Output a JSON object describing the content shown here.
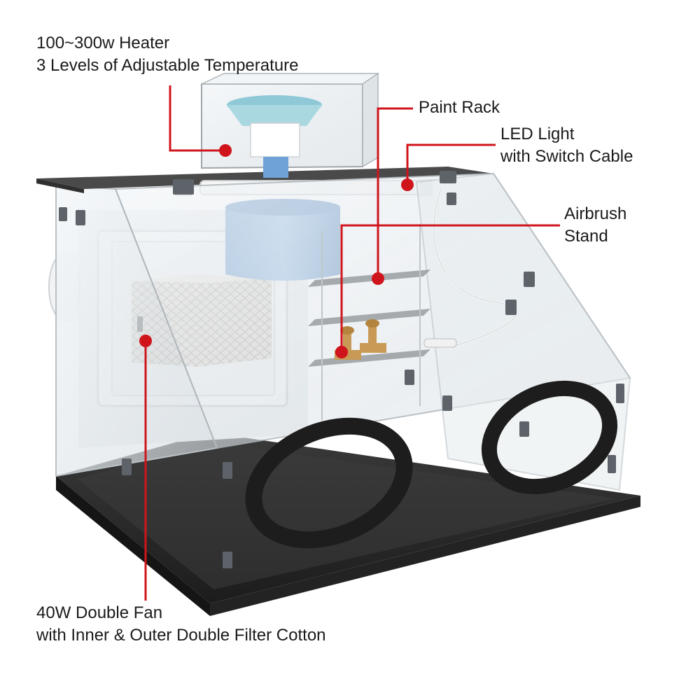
{
  "callouts": {
    "heater": {
      "line1": "100~300w Heater",
      "line2": "3 Levels of Adjustable Temperature"
    },
    "paint_rack": {
      "line1": "Paint Rack"
    },
    "led_light": {
      "line1": "LED Light",
      "line2": "with Switch Cable"
    },
    "airbrush_stand": {
      "line1": "Airbrush",
      "line2": "Stand"
    },
    "fan": {
      "line1": "40W Double Fan",
      "line2": "with Inner & Outer Double Filter Cotton"
    }
  },
  "colors": {
    "callout_line": "#d0141c",
    "acrylic": "#dfe6ea",
    "base": "#2a2a2a",
    "heater_cup": "#6fa3d8",
    "heater_top": "#9fd0dc",
    "hand_ring": "#1d1d1d",
    "wood": "#c89a55"
  }
}
